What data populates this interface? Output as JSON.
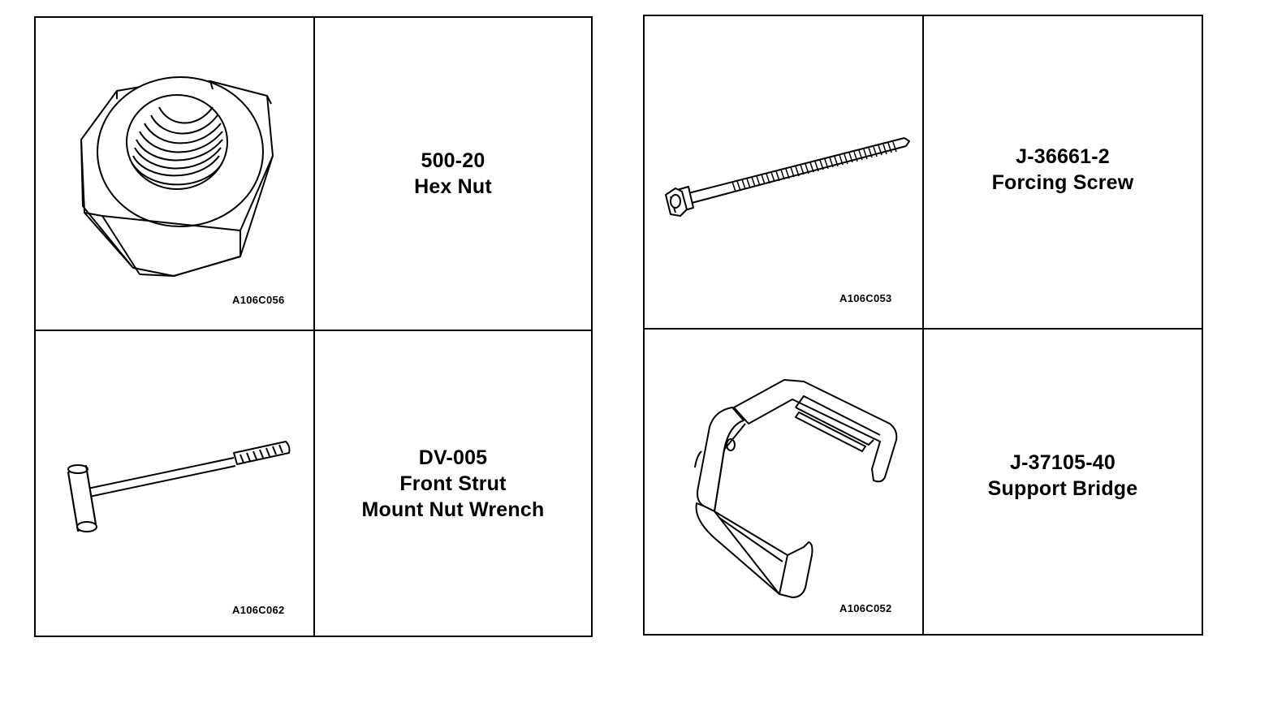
{
  "tools": [
    {
      "name_lines": [
        "500-20",
        "Hex Nut"
      ],
      "figure_code": "A106C056",
      "icon": "hex-nut-icon"
    },
    {
      "name_lines": [
        "DV-005",
        "Front Strut",
        "Mount Nut Wrench"
      ],
      "figure_code": "A106C062",
      "icon": "wrench-icon"
    },
    {
      "name_lines": [
        "J-36661-2",
        "Forcing Screw"
      ],
      "figure_code": "A106C053",
      "icon": "forcing-screw-icon"
    },
    {
      "name_lines": [
        "J-37105-40",
        "Support Bridge"
      ],
      "figure_code": "A106C052",
      "icon": "support-bridge-icon"
    }
  ]
}
